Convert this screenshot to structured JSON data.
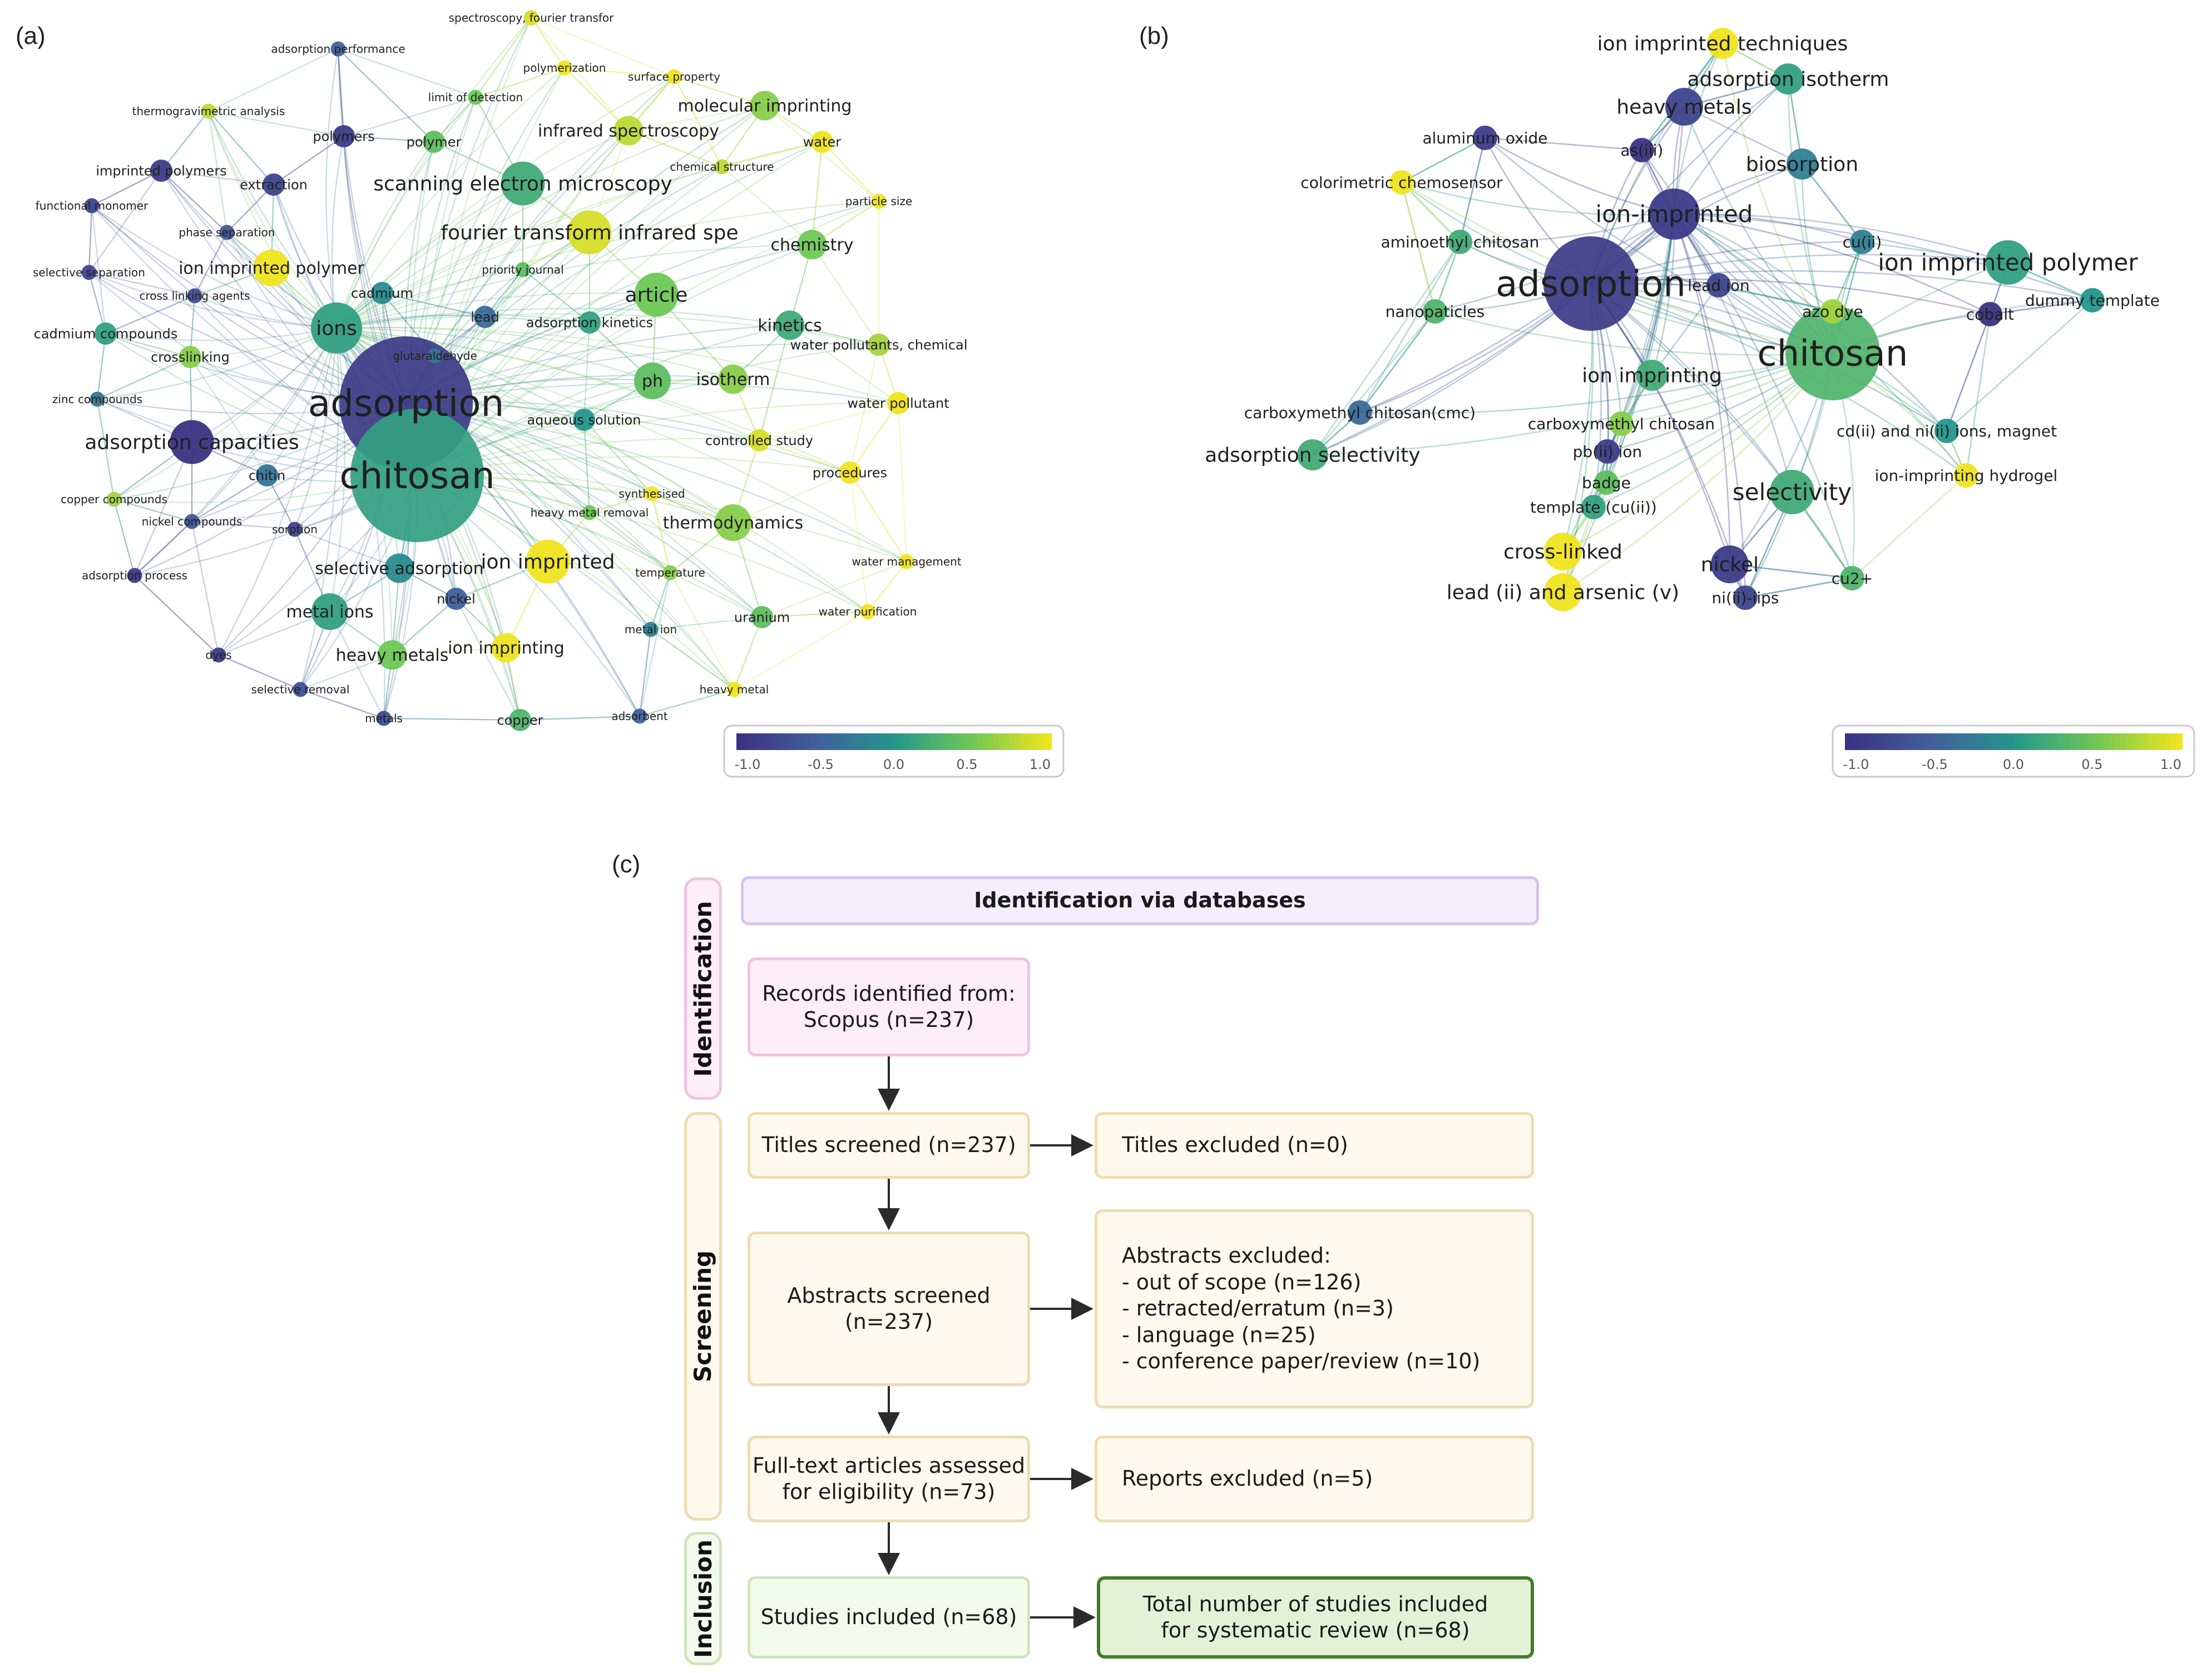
{
  "panel_a": {
    "tag": "(a)",
    "nodes": [
      {
        "label": "adsorption",
        "score": -0.9,
        "weight": 10
      },
      {
        "label": "chitosan",
        "score": 0.1,
        "weight": 10
      },
      {
        "label": "ions",
        "score": 0.1,
        "weight": 6
      },
      {
        "label": "adsorption capacities",
        "score": -1.0,
        "weight": 5
      },
      {
        "label": "scanning electron microscopy",
        "score": 0.2,
        "weight": 5
      },
      {
        "label": "fourier transform infrared spe",
        "score": 0.9,
        "weight": 5
      },
      {
        "label": "article",
        "score": 0.5,
        "weight": 5
      },
      {
        "label": "ion imprinted",
        "score": 1.0,
        "weight": 5
      },
      {
        "label": "ion imprinted polymer",
        "score": 1.0,
        "weight": 4
      },
      {
        "label": "metal ions",
        "score": 0.1,
        "weight": 4
      },
      {
        "label": "ph",
        "score": 0.4,
        "weight": 4
      },
      {
        "label": "thermodynamics",
        "score": 0.6,
        "weight": 4
      },
      {
        "label": "chemistry",
        "score": 0.5,
        "weight": 3
      },
      {
        "label": "kinetics",
        "score": 0.2,
        "weight": 3
      },
      {
        "label": "ion imprinting",
        "score": 1.0,
        "weight": 3
      },
      {
        "label": "selective adsorption",
        "score": -0.1,
        "weight": 3
      },
      {
        "label": "heavy metals",
        "score": 0.5,
        "weight": 3
      },
      {
        "label": "isotherm",
        "score": 0.6,
        "weight": 3
      },
      {
        "label": "molecular imprinting",
        "score": 0.6,
        "weight": 3
      },
      {
        "label": "infrared spectroscopy",
        "score": 0.8,
        "weight": 3
      },
      {
        "label": "polymer",
        "score": 0.4,
        "weight": 2
      },
      {
        "label": "polymers",
        "score": -0.9,
        "weight": 2
      },
      {
        "label": "crosslinking",
        "score": 0.6,
        "weight": 2
      },
      {
        "label": "aqueous solution",
        "score": 0.0,
        "weight": 2
      },
      {
        "label": "adsorption kinetics",
        "score": 0.1,
        "weight": 2
      },
      {
        "label": "controlled study",
        "score": 0.9,
        "weight": 2
      },
      {
        "label": "chitin",
        "score": -0.3,
        "weight": 2
      },
      {
        "label": "water pollutant",
        "score": 1.0,
        "weight": 2
      },
      {
        "label": "water pollutants, chemical",
        "score": 0.7,
        "weight": 2
      },
      {
        "label": "extraction",
        "score": -0.8,
        "weight": 2
      },
      {
        "label": "imprinted polymers",
        "score": -0.9,
        "weight": 2
      },
      {
        "label": "cadmium compounds",
        "score": 0.1,
        "weight": 2
      },
      {
        "label": "cadmium",
        "score": -0.1,
        "weight": 2
      },
      {
        "label": "lead",
        "score": -0.4,
        "weight": 2
      },
      {
        "label": "copper",
        "score": 0.3,
        "weight": 2
      },
      {
        "label": "nickel",
        "score": -0.5,
        "weight": 2
      },
      {
        "label": "uranium",
        "score": 0.4,
        "weight": 2
      },
      {
        "label": "procedures",
        "score": 1.0,
        "weight": 2
      },
      {
        "label": "water",
        "score": 1.0,
        "weight": 2
      },
      {
        "label": "particle size",
        "score": 1.0,
        "weight": 1
      },
      {
        "label": "water management",
        "score": 1.0,
        "weight": 1
      },
      {
        "label": "water purification",
        "score": 1.0,
        "weight": 1
      },
      {
        "label": "heavy metal",
        "score": 1.0,
        "weight": 1
      },
      {
        "label": "temperature",
        "score": 0.6,
        "weight": 1
      },
      {
        "label": "metal ion",
        "score": -0.2,
        "weight": 1
      },
      {
        "label": "adsorbent",
        "score": -0.5,
        "weight": 1
      },
      {
        "label": "metals",
        "score": -0.7,
        "weight": 1
      },
      {
        "label": "selective removal",
        "score": -0.7,
        "weight": 1
      },
      {
        "label": "dyes",
        "score": -0.9,
        "weight": 1
      },
      {
        "label": "adsorption process",
        "score": -0.9,
        "weight": 1
      },
      {
        "label": "nickel compounds",
        "score": -0.6,
        "weight": 1
      },
      {
        "label": "copper compounds",
        "score": 0.7,
        "weight": 1
      },
      {
        "label": "zinc compounds",
        "score": -0.3,
        "weight": 1
      },
      {
        "label": "sorption",
        "score": -0.8,
        "weight": 1
      },
      {
        "label": "heavy metal removal",
        "score": 0.5,
        "weight": 1
      },
      {
        "label": "synthesised",
        "score": 1.0,
        "weight": 1
      },
      {
        "label": "glutaraldehyde",
        "score": -0.3,
        "weight": 1
      },
      {
        "label": "priority journal",
        "score": 0.4,
        "weight": 1
      },
      {
        "label": "phase separation",
        "score": -0.6,
        "weight": 1
      },
      {
        "label": "cross linking agents",
        "score": -0.7,
        "weight": 1
      },
      {
        "label": "selective separation",
        "score": -0.8,
        "weight": 1
      },
      {
        "label": "functional monomer",
        "score": -0.8,
        "weight": 1
      },
      {
        "label": "thermogravimetric analysis",
        "score": 0.8,
        "weight": 1
      },
      {
        "label": "adsorption performance",
        "score": -0.5,
        "weight": 1
      },
      {
        "label": "spectroscopy, fourier transfor",
        "score": 0.9,
        "weight": 1
      },
      {
        "label": "polymerization",
        "score": 1.0,
        "weight": 1
      },
      {
        "label": "limit of detection",
        "score": 0.5,
        "weight": 1
      },
      {
        "label": "surface property",
        "score": 1.0,
        "weight": 1
      },
      {
        "label": "chemical structure",
        "score": 0.8,
        "weight": 1
      }
    ],
    "colorbar": {
      "ticks": [
        "-1.0",
        "-0.5",
        "0.0",
        "0.5",
        "1.0"
      ]
    }
  },
  "panel_b": {
    "tag": "(b)",
    "nodes": [
      {
        "label": "adsorption",
        "score": -0.9,
        "weight": 10
      },
      {
        "label": "chitosan",
        "score": 0.3,
        "weight": 10
      },
      {
        "label": "ion-imprinted",
        "score": -0.9,
        "weight": 6
      },
      {
        "label": "selectivity",
        "score": 0.2,
        "weight": 5
      },
      {
        "label": "ion imprinted polymer",
        "score": 0.1,
        "weight": 5
      },
      {
        "label": "heavy metals",
        "score": -0.8,
        "weight": 4
      },
      {
        "label": "cross-linked",
        "score": 1.0,
        "weight": 4
      },
      {
        "label": "nickel",
        "score": -0.9,
        "weight": 4
      },
      {
        "label": "adsorption isotherm",
        "score": 0.1,
        "weight": 3
      },
      {
        "label": "ion imprinting",
        "score": 0.2,
        "weight": 3
      },
      {
        "label": "ion imprinted techniques",
        "score": 1.0,
        "weight": 3
      },
      {
        "label": "biosorption",
        "score": -0.2,
        "weight": 3
      },
      {
        "label": "aluminum oxide",
        "score": -0.9,
        "weight": 2
      },
      {
        "label": "colorimetric chemosensor",
        "score": 1.0,
        "weight": 2
      },
      {
        "label": "as(iii)",
        "score": -1.0,
        "weight": 2
      },
      {
        "label": "aminoethyl chitosan",
        "score": 0.2,
        "weight": 2
      },
      {
        "label": "lead ion",
        "score": -0.8,
        "weight": 2
      },
      {
        "label": "cu(ii)",
        "score": -0.2,
        "weight": 2
      },
      {
        "label": "azo dye",
        "score": 0.7,
        "weight": 2
      },
      {
        "label": "dummy template",
        "score": 0.0,
        "weight": 2
      },
      {
        "label": "cobalt",
        "score": -1.0,
        "weight": 2
      },
      {
        "label": "nanopaticles",
        "score": 0.3,
        "weight": 2
      },
      {
        "label": "carboxymethyl chitosan",
        "score": 0.6,
        "weight": 2
      },
      {
        "label": "carboxymethyl chitosan(cmc)",
        "score": -0.4,
        "weight": 2
      },
      {
        "label": "adsorption selectivity",
        "score": 0.2,
        "weight": 3
      },
      {
        "label": "pb(ii) ion",
        "score": -0.9,
        "weight": 2
      },
      {
        "label": "badge",
        "score": 0.4,
        "weight": 2
      },
      {
        "label": "template (cu(ii))",
        "score": 0.1,
        "weight": 2
      },
      {
        "label": "cd(ii) and ni(ii) ions, magnet",
        "score": 0.0,
        "weight": 2
      },
      {
        "label": "ion-imprinting hydrogel",
        "score": 1.0,
        "weight": 2
      },
      {
        "label": "cu2+",
        "score": 0.3,
        "weight": 2
      },
      {
        "label": "lead (ii) and arsenic (v)",
        "score": 1.0,
        "weight": 4
      },
      {
        "label": "ni(ii)-iips",
        "score": -0.8,
        "weight": 2
      }
    ],
    "colorbar": {
      "ticks": [
        "-1.0",
        "-0.5",
        "0.0",
        "0.5",
        "1.0"
      ]
    }
  },
  "panel_c": {
    "tag": "(c)",
    "phases": {
      "identification": "Identification",
      "screening": "Screening",
      "inclusion": "Inclusion"
    },
    "header": "Identification via databases",
    "records": "Records identified from:\nScopus (n=237)",
    "titles_screened": "Titles screened (n=237)",
    "titles_excluded": "Titles excluded  (n=0)",
    "abstracts_screened": "Abstracts screened\n(n=237)",
    "abstracts_excluded": "Abstracts excluded:\n- out of scope (n=126)\n- retracted/erratum (n=3)\n- language (n=25)\n- conference paper/review (n=10)",
    "fulltext_assessed": "Full-text articles assessed\nfor eligibility (n=73)",
    "reports_excluded": "Reports excluded (n=5)",
    "studies_included": "Studies included (n=68)",
    "total_included": "Total number of studies included\nfor systematic review (n=68)"
  }
}
